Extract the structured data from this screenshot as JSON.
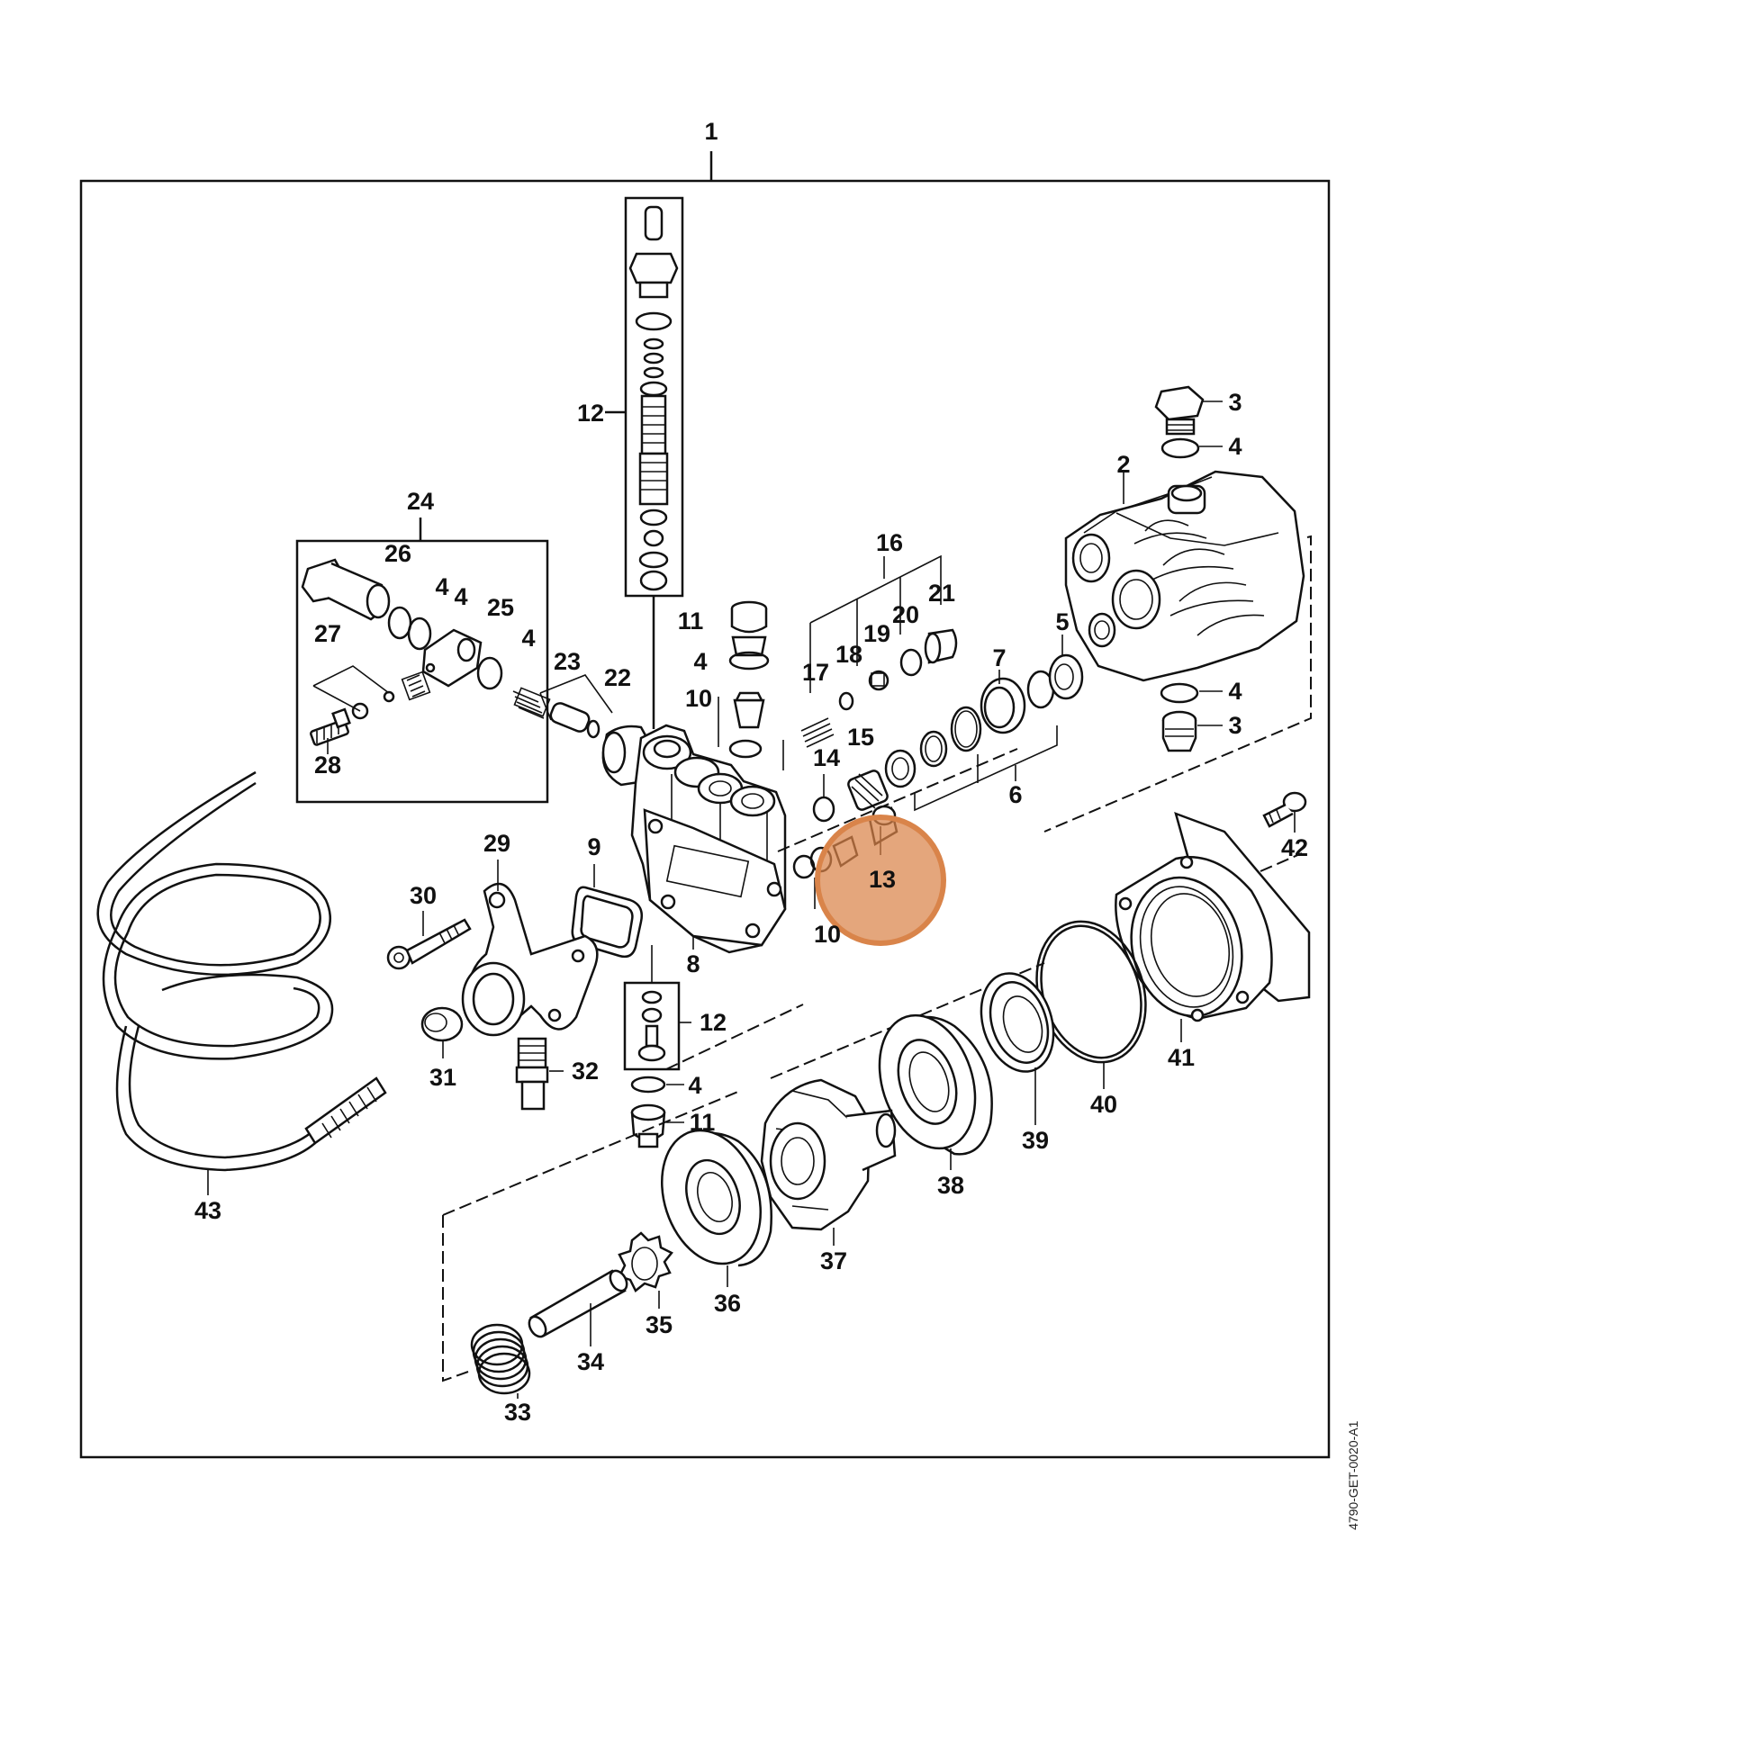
{
  "diagram": {
    "document_id": "4790-GET-0020-A1",
    "highlight": {
      "part": "13",
      "color": "#D9844A"
    },
    "labels": {
      "p1": "1",
      "p2": "2",
      "p3a": "3",
      "p3b": "3",
      "p4a": "4",
      "p4b": "4",
      "p4c": "4",
      "p4d": "4",
      "p4e": "4",
      "p4f": "4",
      "p4g": "4",
      "p5": "5",
      "p6": "6",
      "p7": "7",
      "p8": "8",
      "p9": "9",
      "p10a": "10",
      "p10b": "10",
      "p11a": "11",
      "p11b": "11",
      "p12a": "12",
      "p12b": "12",
      "p13": "13",
      "p14": "14",
      "p15": "15",
      "p16": "16",
      "p17": "17",
      "p18": "18",
      "p19": "19",
      "p20": "20",
      "p21": "21",
      "p22": "22",
      "p23": "23",
      "p24": "24",
      "p25": "25",
      "p26": "26",
      "p27": "27",
      "p28": "28",
      "p29": "29",
      "p30": "30",
      "p31": "31",
      "p32": "32",
      "p33": "33",
      "p34": "34",
      "p35": "35",
      "p36": "36",
      "p37": "37",
      "p38": "38",
      "p39": "39",
      "p40": "40",
      "p41": "41",
      "p42": "42",
      "p43": "43"
    }
  }
}
